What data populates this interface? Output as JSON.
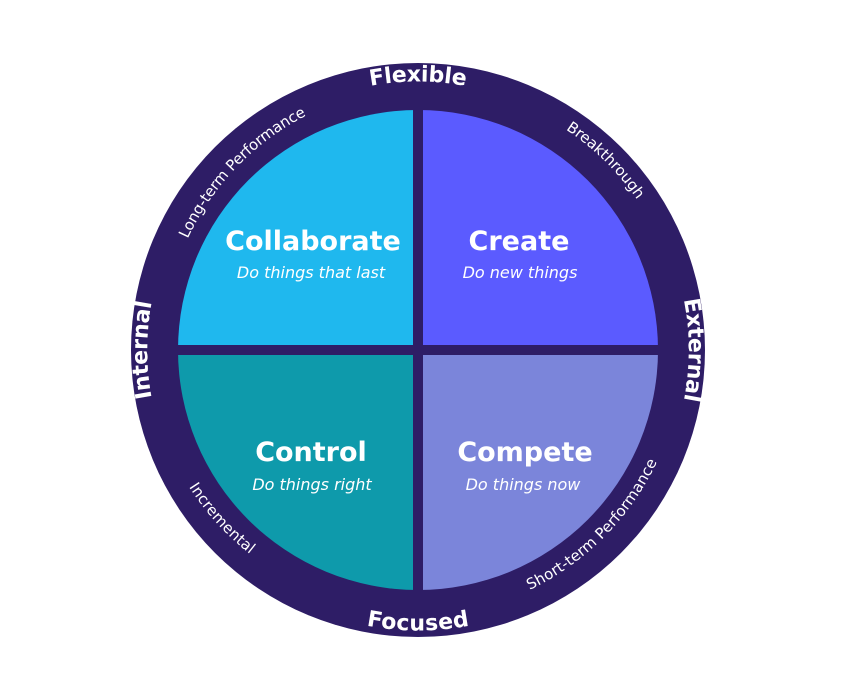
{
  "axes": {
    "top": "Flexible",
    "bottom": "Focused",
    "left": "Internal",
    "right": "External"
  },
  "diagonals": {
    "top_left": "Long-term Performance",
    "top_right": "Breakthrough",
    "bottom_left": "Incremental",
    "bottom_right": "Short-term Performance"
  },
  "quadrants": [
    {
      "id": "collaborate",
      "title": "Collaborate",
      "subtitle": "Do things that last",
      "color": "#1fb8ee"
    },
    {
      "id": "create",
      "title": "Create",
      "subtitle": "Do new things",
      "color": "#5b5bff"
    },
    {
      "id": "control",
      "title": "Control",
      "subtitle": "Do things right",
      "color": "#0e9aab"
    },
    {
      "id": "compete",
      "title": "Compete",
      "subtitle": "Do things now",
      "color": "#7b85da"
    }
  ],
  "colors": {
    "ring": "#2e1d66",
    "background": "#ffffff"
  }
}
